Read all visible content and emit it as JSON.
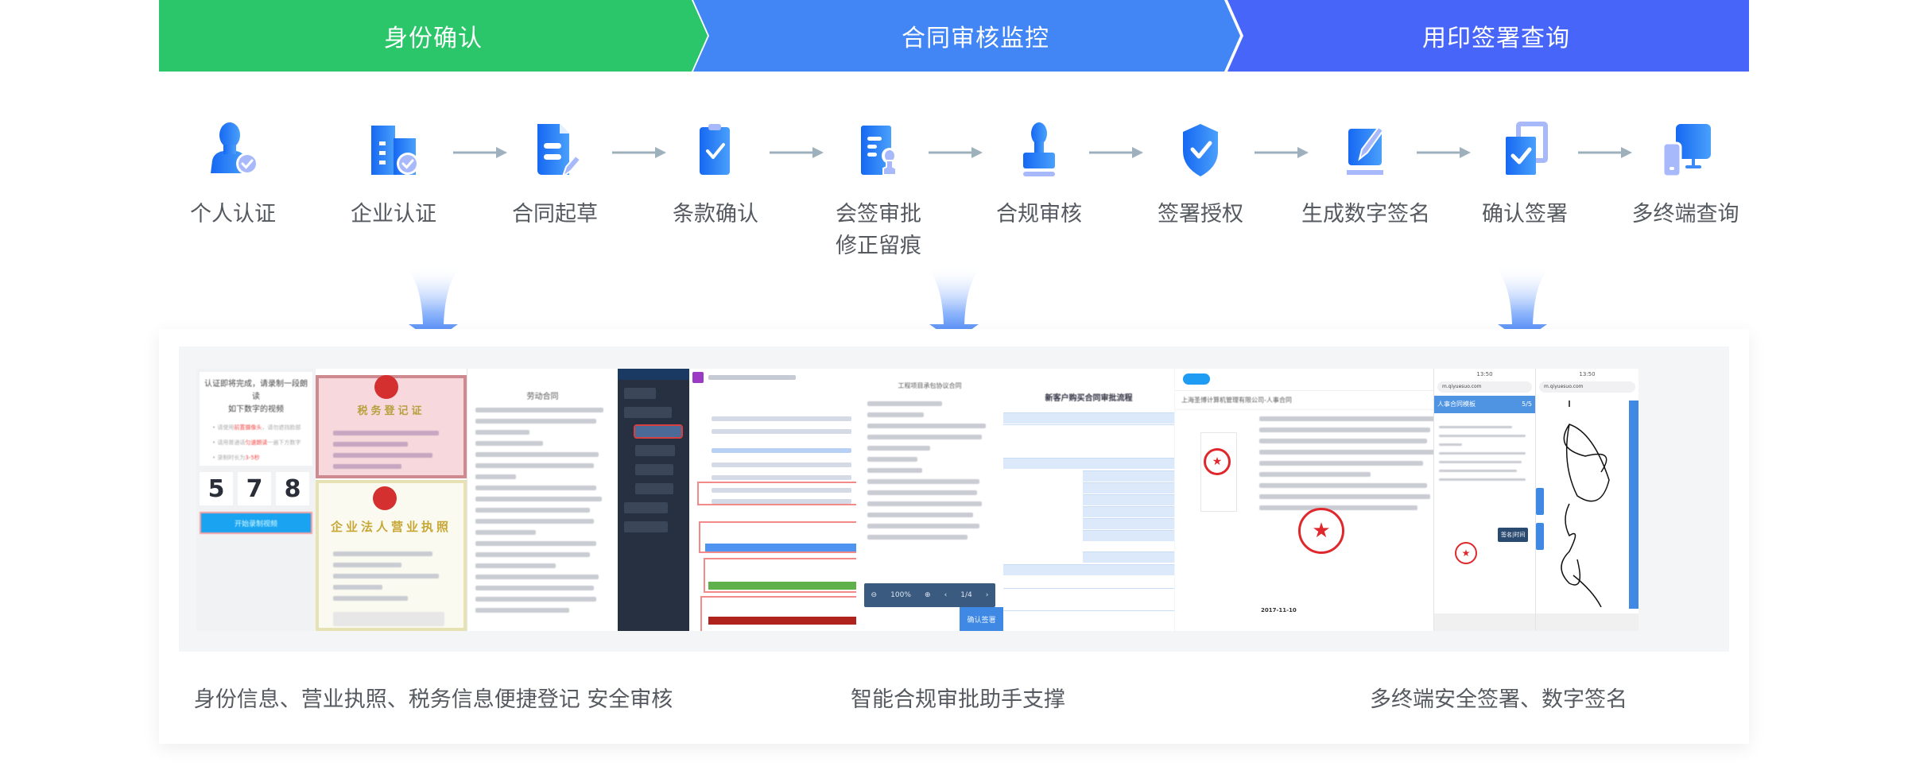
{
  "banner": {
    "stages": [
      {
        "label": "身份确认",
        "color": "#2bc66a"
      },
      {
        "label": "合同审核监控",
        "color": "#4285f4"
      },
      {
        "label": "用印签署查询",
        "color": "#4766f9"
      }
    ]
  },
  "steps": [
    {
      "label": "个人认证",
      "icon": "user-verified-icon"
    },
    {
      "label": "企业认证",
      "icon": "building-verified-icon"
    },
    {
      "label": "合同起草",
      "icon": "document-edit-icon"
    },
    {
      "label": "条款确认",
      "icon": "clipboard-check-icon"
    },
    {
      "label": "会签审批",
      "label2": "修正留痕",
      "icon": "document-stamp-icon"
    },
    {
      "label": "合规审核",
      "icon": "stamp-icon"
    },
    {
      "label": "签署授权",
      "icon": "shield-check-icon"
    },
    {
      "label": "生成数字签名",
      "icon": "pen-sign-icon"
    },
    {
      "label": "确认签署",
      "icon": "copy-check-icon"
    },
    {
      "label": "多终端查询",
      "icon": "multi-device-icon"
    }
  ],
  "colors": {
    "icon_primary": "#1a73f5",
    "icon_secondary": "#a8b9fb",
    "connector": "#9fb0bd",
    "label_text": "#555a60",
    "funnel": "#3d7ef6"
  },
  "screenshots": {
    "verify": {
      "title_line1": "认证即将完成，请录制一段朗读",
      "title_line2": "如下数字的视频",
      "bullets": [
        {
          "pre": "请使用",
          "hl": "前置摄像头",
          "post": "，请勿遮挡脸部"
        },
        {
          "pre": "请用普通话",
          "hl": "匀速朗读",
          "post": "一遍下方数字"
        },
        {
          "pre": "录制时长为",
          "hl": "3-5秒",
          "post": ""
        }
      ],
      "digits": [
        "5",
        "7",
        "8"
      ],
      "button": "开始录制视频"
    },
    "certificates": {
      "tax_title": "税务登记证",
      "biz_title": "企业法人营业执照"
    },
    "contract": {
      "title": "劳动合同"
    },
    "viewer": {
      "title": "工程项目承包协议合同",
      "zoom": "100%",
      "page": "1/4",
      "confirm": "确认签署"
    },
    "approval": {
      "title": "新客户购买合同审批流程"
    },
    "sealed": {
      "path": "上海圣博计算机管理有限公司-人事合同",
      "date": "2017-11-10"
    },
    "phone1": {
      "time": "13:50",
      "url": "m.qiyuesuo.com",
      "header": "人事合同模板",
      "page": "5/5",
      "tooltip": "签名|时间"
    },
    "phone2": {
      "time": "13:50",
      "url": "m.qiyuesuo.com"
    }
  },
  "captions": [
    "身份信息、营业执照、税务信息便捷登记 安全审核",
    "智能合规审批助手支撑",
    "多终端安全签署、数字签名"
  ]
}
